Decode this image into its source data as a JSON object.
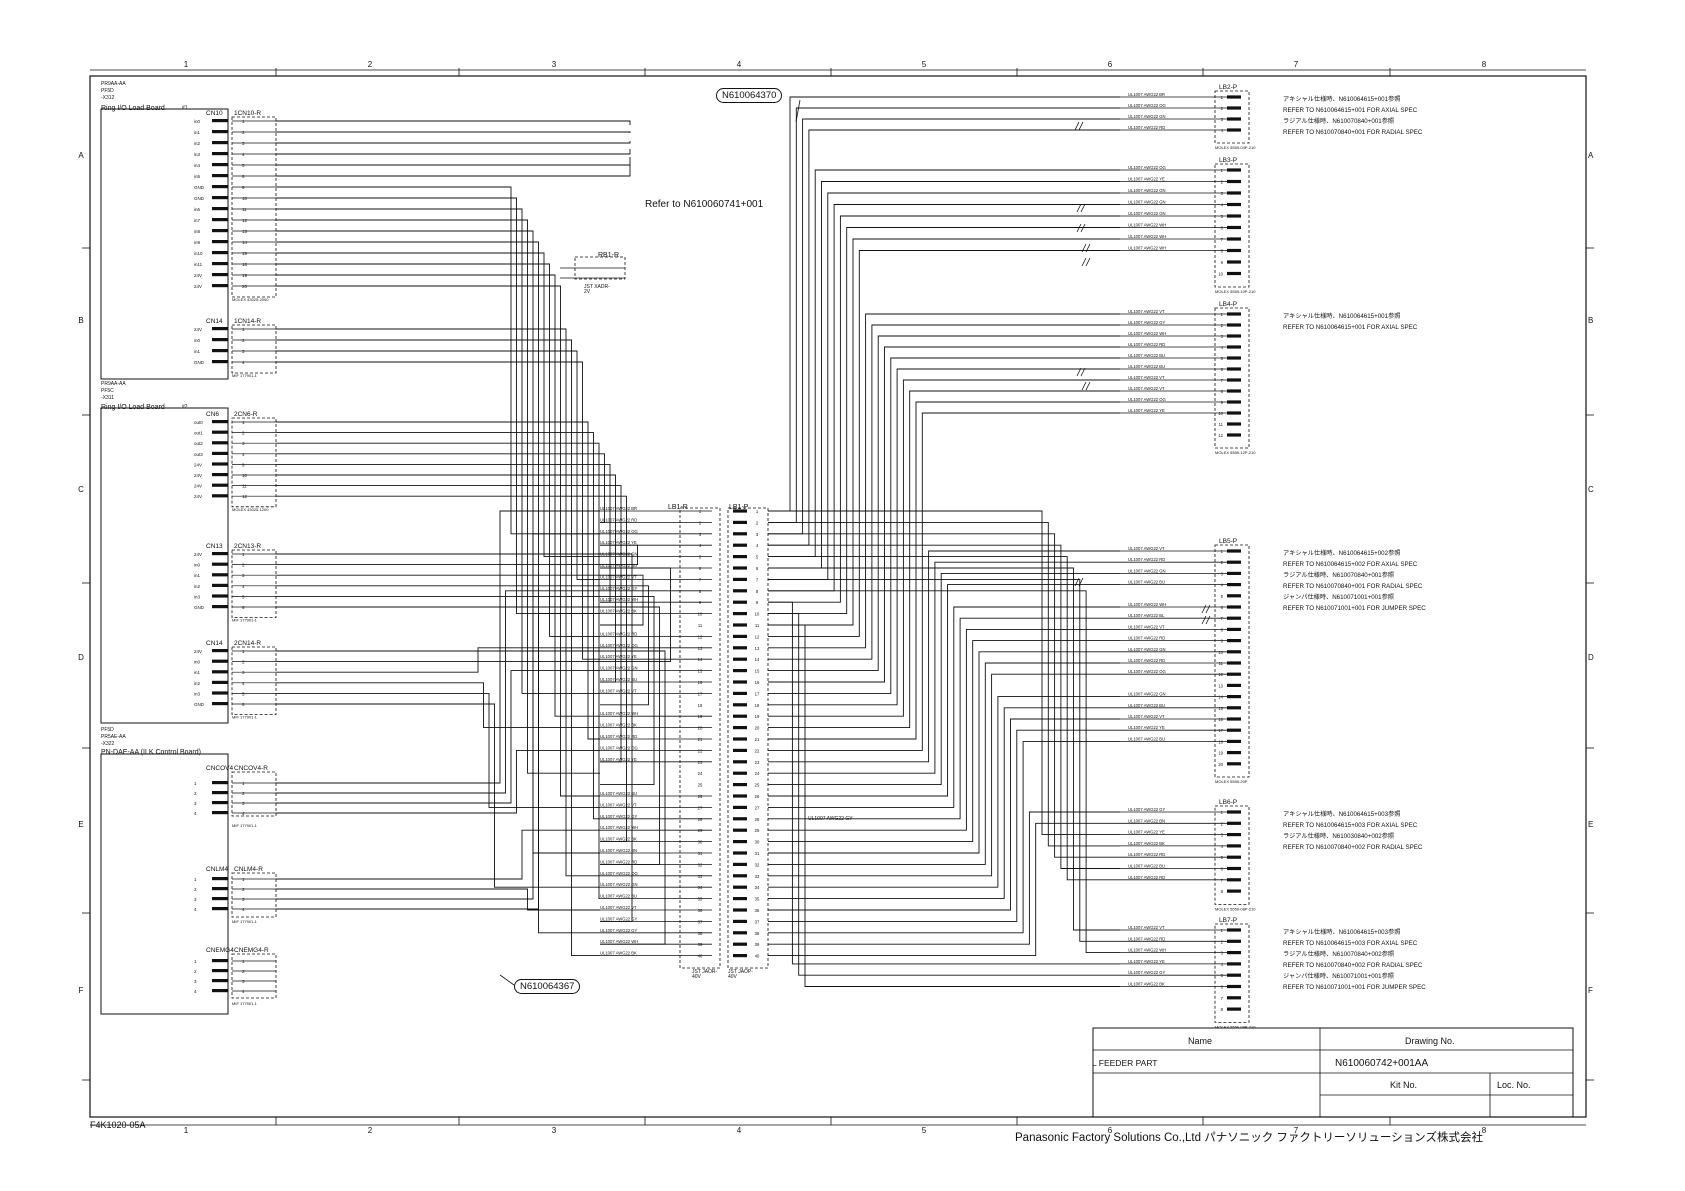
{
  "sheet": {
    "form_code": "F4K1020-05A",
    "company": "Panasonic Factory Solutions Co.,Ltd パナソニック ファクトリーソリューションズ株式会社",
    "col_numbers": [
      "1",
      "2",
      "3",
      "4",
      "5",
      "6",
      "7",
      "8"
    ],
    "row_letters": [
      "A",
      "B",
      "C",
      "D",
      "E",
      "F"
    ]
  },
  "title_block": {
    "name_header": "Name",
    "drawing_header": "Drawing No.",
    "name": "L FEEDER PART",
    "drawing_no": "N610060742+001AA",
    "kit_header": "Kit No.",
    "loc_header": "Loc. No."
  },
  "callouts": {
    "top": "N610064370",
    "bottom": "N610064367",
    "refer": "Refer to N610060741+001"
  },
  "boards": [
    {
      "part": "PR9AA-AA",
      "sub": "PF5D",
      "id": "-X312",
      "title": "Ring I/O Load Board",
      "num": "#1"
    },
    {
      "part": "PR9AA-AA",
      "sub": "PF5C",
      "id": "-X311",
      "title": "Ring I/O Load Board",
      "num": "#2"
    },
    {
      "part": "PF5D",
      "sub": "PR5AE-AA",
      "id": "-X322",
      "title": "PN-DAE-AA (ILK Control Board)",
      "num": ""
    }
  ],
  "left_connectors": [
    {
      "cn": "CN10",
      "plug": "1CN10-R",
      "sigs": [
        "in0",
        "in1",
        "in2",
        "in3",
        "in4",
        "in5",
        "GND",
        "GND",
        "in6",
        "in7",
        "in8",
        "in9",
        "in10",
        "in11",
        "24V",
        "24V"
      ],
      "pins": [
        "1",
        "2",
        "3",
        "4",
        "5",
        "6",
        "9",
        "10",
        "11",
        "12",
        "13",
        "14",
        "15",
        "16",
        "19",
        "20"
      ],
      "foot": "MOLEX 43025-2000"
    },
    {
      "cn": "CN14",
      "plug": "1CN14-R",
      "sigs": [
        "24V",
        "in0",
        "in1",
        "GND"
      ],
      "pins": [
        "1",
        "2",
        "3",
        "4"
      ],
      "foot": "MIF 177901-1"
    },
    {
      "cn": "CN6",
      "plug": "2CN6-R",
      "sigs": [
        "out0",
        "out1",
        "out2",
        "out3",
        "24V",
        "24V",
        "24V",
        "24V"
      ],
      "pins": [
        "1",
        "2",
        "3",
        "4",
        "9",
        "10",
        "11",
        "12"
      ],
      "foot": "MOLEX 43025-1200"
    },
    {
      "cn": "CN13",
      "plug": "2CN13-R",
      "sigs": [
        "24V",
        "in0",
        "in1",
        "in2",
        "in3",
        "GND"
      ],
      "pins": [
        "1",
        "2",
        "3",
        "4",
        "5",
        "6"
      ],
      "foot": "MIF 177901-1"
    },
    {
      "cn": "CN14",
      "plug": "2CN14-R",
      "sigs": [
        "24V",
        "in0",
        "in1",
        "in2",
        "in3",
        "GND"
      ],
      "pins": [
        "1",
        "2",
        "3",
        "4",
        "5",
        "6"
      ],
      "foot": "MIF 177901-1"
    },
    {
      "cn": "CNCOV4",
      "plug": "CNCOV4-R",
      "sigs": [
        "1",
        "2",
        "3",
        "4"
      ],
      "pins": [
        "1",
        "2",
        "3",
        "4"
      ],
      "foot": "MIF 177901-1"
    },
    {
      "cn": "CNLM4",
      "plug": "CNLM4-R",
      "sigs": [
        "1",
        "2",
        "3",
        "4"
      ],
      "pins": [
        "1",
        "2",
        "3",
        "4"
      ],
      "foot": "MIF 177901-1"
    },
    {
      "cn": "CNEMG4",
      "plug": "CNEMG4-R",
      "sigs": [
        "1",
        "2",
        "3",
        "4"
      ],
      "pins": [
        "1",
        "2",
        "3",
        "4"
      ],
      "foot": "MIF 177901-1"
    }
  ],
  "rb_connector": {
    "name": "RB1-R",
    "foot": "JST XADR-2V"
  },
  "lb1": {
    "r_name": "LB1-R",
    "p_name": "LB1-P",
    "foot_r": "JST JAOR-40V",
    "foot_p": "JST JAOP-40V",
    "wires": [
      "UL1007 AWG22 BR",
      "UL1007 AWG22 RD",
      "UL1007 AWG22 OG",
      "UL1007 AWG22 YE",
      "UL1007 AWG22 GN",
      "UL1007 AWG22 BU",
      "UL1007 AWG22 VT",
      "UL1007 AWG22 GY",
      "UL1007 AWG22 WH",
      "UL1007 AWG22 BK",
      "",
      "UL1007 AWG22 RD",
      "UL1007 AWG22 OG",
      "UL1007 AWG22 YE",
      "UL1007 AWG22 GN",
      "UL1007 AWG22 BU",
      "UL1007 AWG22 VT",
      "",
      "UL1007 AWG22 WH",
      "UL1007 AWG22 BK",
      "UL1007 AWG22 RD",
      "UL1007 AWG22 OG",
      "UL1007 AWG22 YE",
      "",
      "",
      "UL1007 AWG22 BU",
      "UL1007 AWG22 VT",
      "UL1007 AWG22 GY",
      "UL1007 AWG22 WH",
      "UL1007 AWG22 BK",
      "UL1007 AWG22 BN",
      "UL1007 AWG22 RD",
      "UL1007 AWG22 OG",
      "UL1007 AWG22 GN",
      "UL1007 AWG22 BU",
      "UL1007 AWG22 VT",
      "UL1007 AWG22 GY",
      "UL1007 AWG22 GY",
      "UL1007 AWG22 WH",
      "UL1007 AWG22 BK"
    ],
    "mid_wire": "UL1007 AWG22 GY"
  },
  "right_connectors": [
    {
      "name": "LB2-P",
      "foot": "MOLEX 5559-04P-210",
      "wires": [
        "UL1007 AWG22 BR",
        "UL1007 AWG22 OG",
        "UL1007 AWG22 GN",
        "UL1007 AWG22 RD"
      ],
      "pins": [
        "1",
        "2",
        "3",
        "4"
      ],
      "notes": [
        "アキシャル仕様時、N610064615+001参照",
        "REFER TO N610064615+001 FOR AXIAL SPEC",
        "ラジアル仕様時、N610070840+001参照",
        "REFER TO N610070840+001 FOR RADIAL SPEC"
      ]
    },
    {
      "name": "LB3-P",
      "foot": "MOLEX 5559-10P-210",
      "wires": [
        "UL1007 AWG22 OG",
        "UL1007 AWG22 YE",
        "UL1007 AWG22 GN",
        "UL1007 AWG22 GN",
        "UL1007 AWG22 GN",
        "UL1007 AWG22 WH",
        "UL1007 AWG22 WH",
        "UL1007 AWG22 WH"
      ],
      "pins": [
        "1",
        "2",
        "3",
        "4",
        "5",
        "6",
        "7",
        "8",
        "9",
        "10"
      ],
      "notes": []
    },
    {
      "name": "LB4-P",
      "foot": "MOLEX 5559-12P-210",
      "wires": [
        "UL1007 AWG22 VT",
        "UL1007 AWG22 GY",
        "UL1007 AWG22 WH",
        "UL1007 AWG22 RD",
        "UL1007 AWG22 BU",
        "UL1007 AWG22 BU",
        "UL1007 AWG22 VT",
        "UL1007 AWG22 VT",
        "UL1007 AWG22 OG",
        "UL1007 AWG22 YE"
      ],
      "pins": [
        "1",
        "2",
        "3",
        "4",
        "5",
        "6",
        "7",
        "8",
        "9",
        "10",
        "11",
        "12"
      ],
      "notes": [
        "アキシャル仕様時、N610064615+001参照",
        "REFER TO N610064615+001 FOR AXIAL SPEC"
      ]
    },
    {
      "name": "LB5-P",
      "foot": "MOLEX 5559-20P",
      "wires": [
        "UL1007 AWG22 VT",
        "UL1007 AWG22 RD",
        "UL1007 AWG22 GN",
        "UL1007 AWG22 BU",
        "",
        "UL1007 AWG22 WH",
        "UL1007 AWG22 BL",
        "UL1007 AWG22 VT",
        "UL1007 AWG22 RD",
        "UL1007 AWG22 GN",
        "UL1007 AWG22 RD",
        "UL1007 AWG22 OG",
        "",
        "UL1007 AWG22 GN",
        "UL1007 AWG22 BU",
        "UL1007 AWG22 VT",
        "UL1007 AWG22 YE",
        "UL1007 AWG22 BU"
      ],
      "pins": [
        "1",
        "2",
        "3",
        "4",
        "5",
        "6",
        "7",
        "8",
        "9",
        "10",
        "11",
        "12",
        "13",
        "14",
        "15",
        "16",
        "17",
        "18",
        "19",
        "20"
      ],
      "notes": [
        "アキシャル仕様時、N610064615+002参照",
        "REFER TO N610064615+002 FOR AXIAL SPEC",
        "ラジアル仕様時、N610070840+001参照",
        "REFER TO N610070840+001 FOR RADIAL SPEC",
        "ジャンパ仕様時、N610071001+001参照",
        "REFER TO N610071001+001 FOR JUMPER SPEC"
      ]
    },
    {
      "name": "LB6-P",
      "foot": "MOLEX 5559-08P-210",
      "wires": [
        "UL1007 AWG22 GY",
        "UL1007 AWG22 BN",
        "UL1007 AWG22 YE",
        "UL1007 AWG22 BK",
        "UL1007 AWG22 RD",
        "UL1007 AWG22 BU",
        "UL1007 AWG22 RD"
      ],
      "pins": [
        "1",
        "2",
        "3",
        "4",
        "5",
        "6",
        "7",
        "8"
      ],
      "notes": [
        "アキシャル仕様時、N610064615+003参照",
        "REFER TO N610064615+003 FOR AXIAL SPEC",
        "ラジアル仕様時、N610030840+002参照",
        "REFER TO N610070840+002 FOR RADIAL SPEC"
      ]
    },
    {
      "name": "LB7-P",
      "foot": "MOLEX 5559-08P-210",
      "wires": [
        "UL1007 AWG22 VT",
        "UL1007 AWG22 RD",
        "UL1007 AWG22 WH",
        "UL1007 AWG22 YE",
        "UL1007 AWG22 GY",
        "UL1007 AWG22 BK"
      ],
      "pins": [
        "1",
        "2",
        "3",
        "4",
        "5",
        "6",
        "7",
        "8"
      ],
      "notes": [
        "アキシャル仕様時、N610064615+003参照",
        "REFER TO N610064615+003 FOR AXIAL SPEC",
        "ラジアル仕様時、N610070840+002参照",
        "REFER TO N610070840+002 FOR RADIAL SPEC",
        "ジャンパ仕様時、N610071001+001参照",
        "REFER TO N610071001+001 FOR JUMPER SPEC"
      ]
    }
  ]
}
